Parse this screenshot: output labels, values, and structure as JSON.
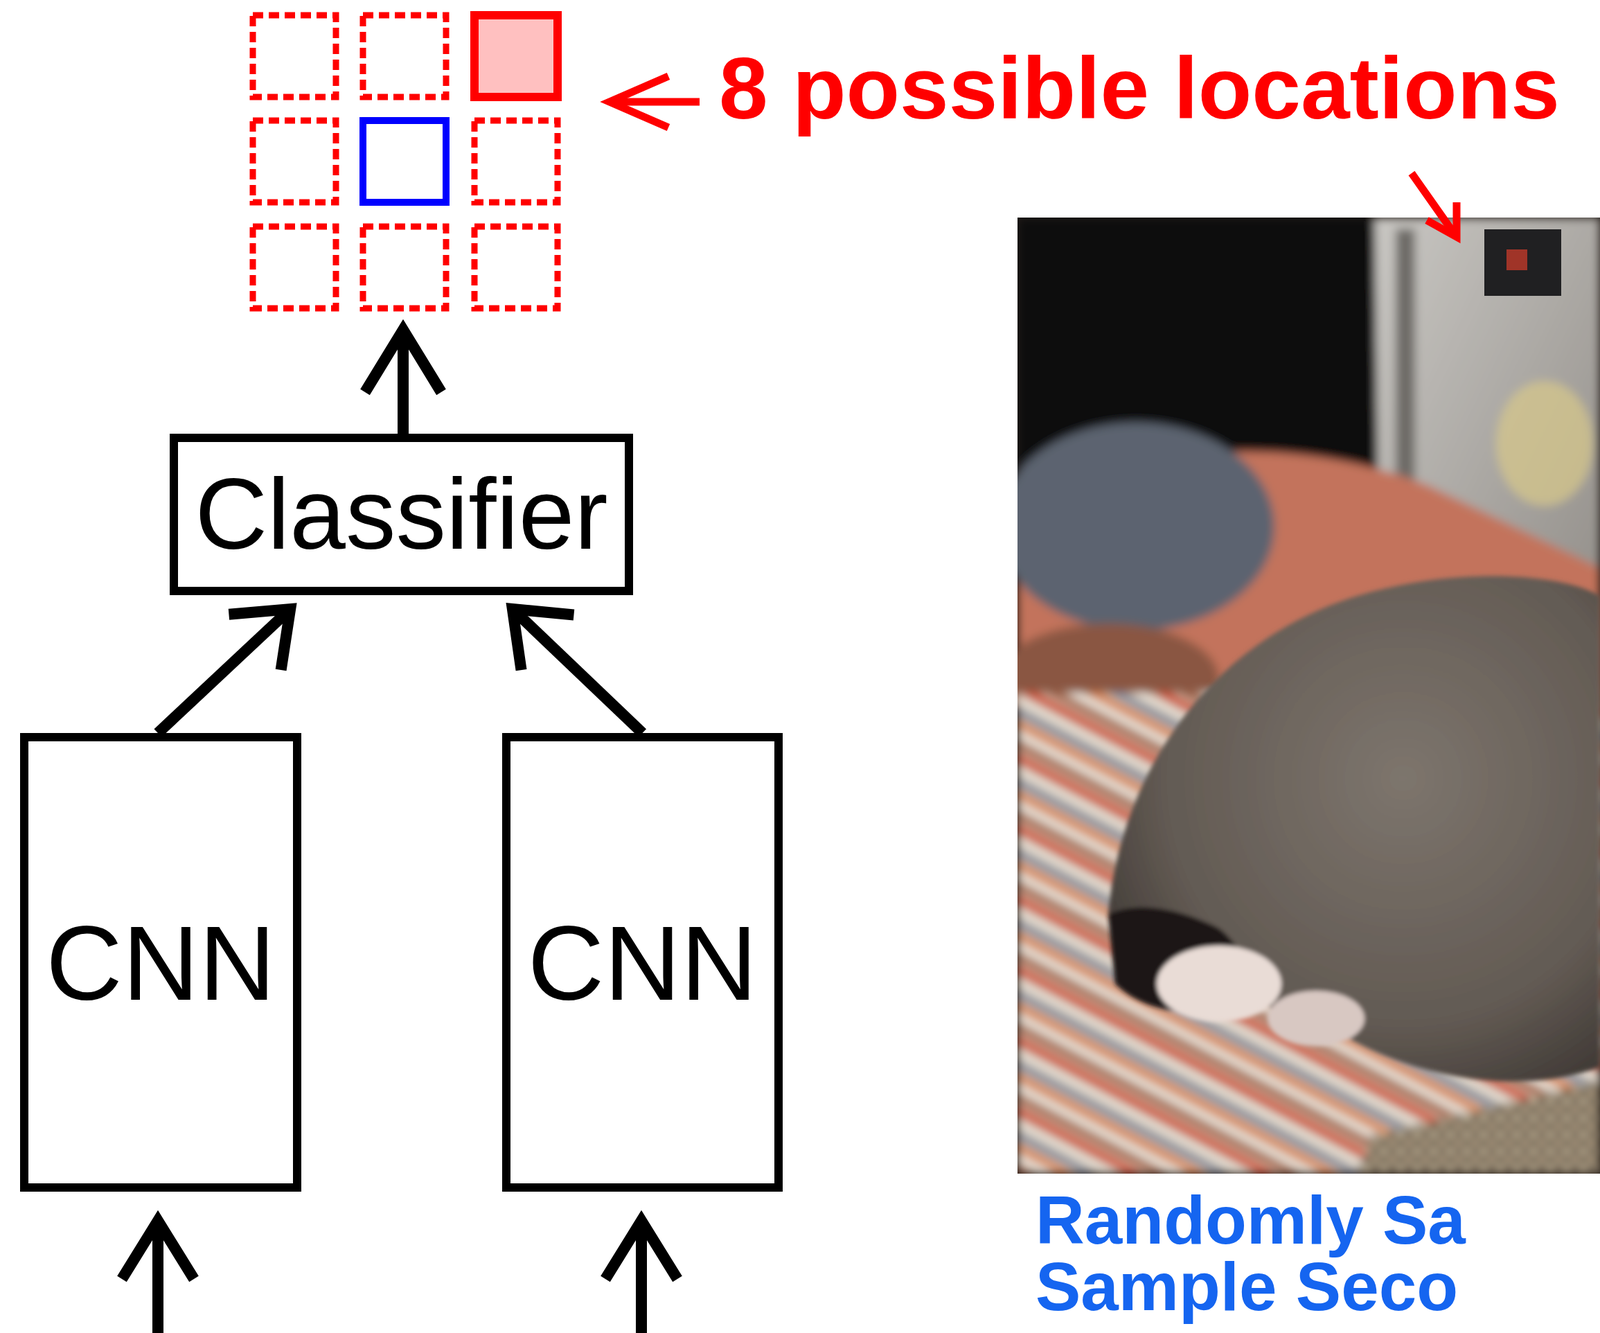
{
  "diagram": {
    "nodes": [
      {
        "text": [
          "Classifier"
        ]
      },
      {
        "text": [
          "CNN"
        ]
      },
      {
        "text": [
          "CNN"
        ]
      }
    ],
    "edges": [
      {
        "from": 1,
        "to": 0,
        "arrow": "to"
      },
      {
        "from": 2,
        "to": 0,
        "arrow": "to"
      }
    ],
    "labels": [
      "8 possible locations",
      "Randomly Sa",
      "Sample Seco"
    ]
  }
}
